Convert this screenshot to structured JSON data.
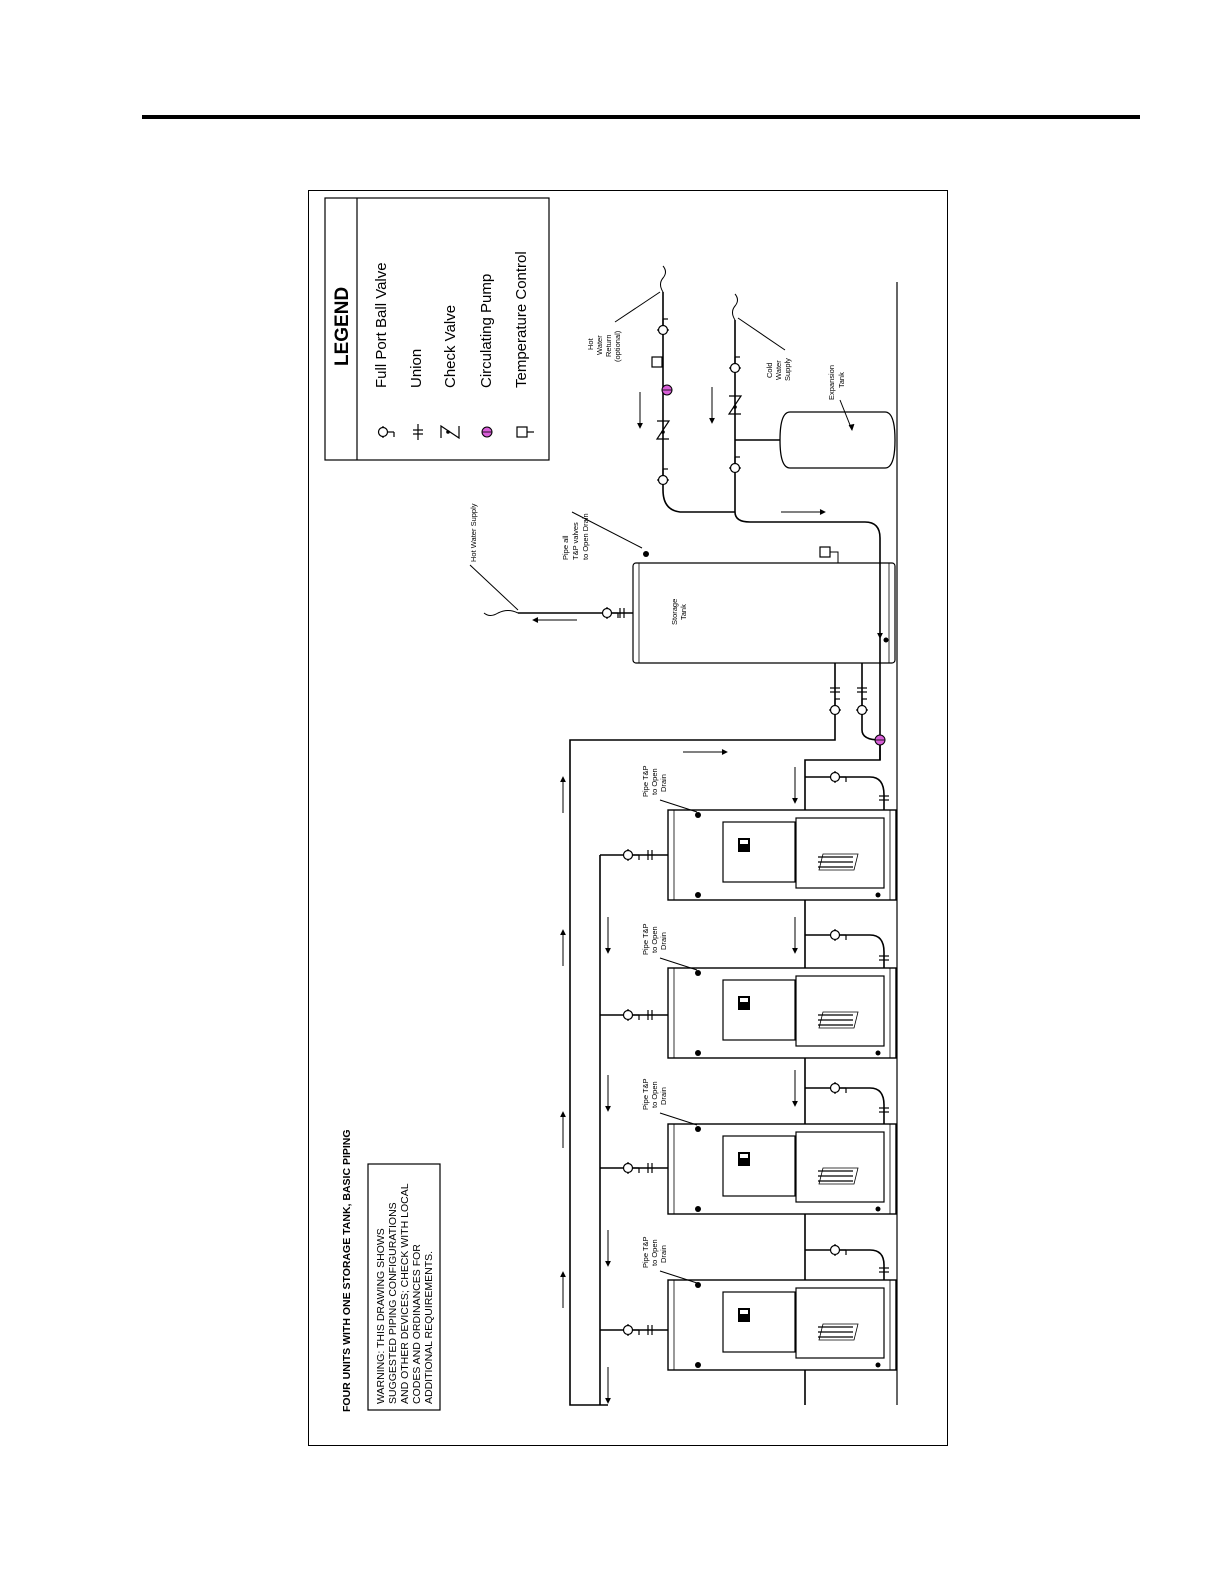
{
  "title": "FOUR UNITS WITH ONE STORAGE TANK, BASIC PIPING",
  "warning": [
    "WARNING:  THIS DRAWING SHOWS",
    "SUGGESTED PIPING CONFIGURATIONS",
    "AND OTHER DEVICES; CHECK WITH LOCAL",
    "CODES AND ORDINANCES FOR",
    "ADDITIONAL REQUIREMENTS."
  ],
  "legend": {
    "title": "LEGEND",
    "items": [
      {
        "label": "Full  Port  Ball  Valve",
        "icon": "ball-valve-icon"
      },
      {
        "label": "Union",
        "icon": "union-icon"
      },
      {
        "label": "Check  Valve",
        "icon": "check-valve-icon"
      },
      {
        "label": "Circulating  Pump",
        "icon": "circulating-pump-icon"
      },
      {
        "label": "Temperature  Control",
        "icon": "temperature-control-icon"
      }
    ]
  },
  "labels": {
    "hot_water_supply": "Hot Water Supply",
    "pipe_all_tp": [
      "Pipe all",
      "T&P valves",
      "to Open Drain"
    ],
    "storage_tank": [
      "Storage",
      "Tank"
    ],
    "hot_water_return": [
      "Hot",
      "Water",
      "Return",
      "(optional)"
    ],
    "cold_water_supply": [
      "Cold",
      "Water",
      "Supply"
    ],
    "expansion_tank": [
      "Expansion",
      "Tank"
    ],
    "pipe_tp_open_drain": [
      "Pipe T&P",
      "to Open",
      "Drain"
    ]
  },
  "colors": {
    "pump": "#d85fd8",
    "line": "#000000"
  }
}
